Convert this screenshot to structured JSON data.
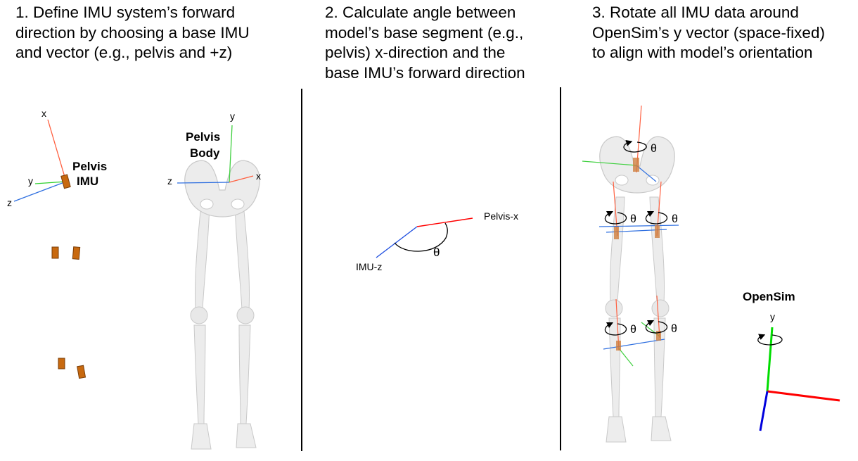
{
  "steps": [
    {
      "lines": [
        "1. Define IMU system’s forward",
        "direction by choosing a base IMU",
        "and vector (e.g., pelvis and +z)"
      ]
    },
    {
      "lines": [
        "2. Calculate angle between",
        "model’s base segment (e.g.,",
        "pelvis) x-direction and the",
        "base IMU’s forward direction"
      ]
    },
    {
      "lines": [
        "3. Rotate all IMU data around",
        "OpenSim’s y vector (space-fixed)",
        "to align with model’s orientation"
      ]
    }
  ],
  "panel1": {
    "imu_label": [
      "Pelvis",
      "IMU"
    ],
    "body_label": [
      "Pelvis",
      "Body"
    ],
    "imu_axes": {
      "x": "x",
      "y": "y",
      "z": "z"
    },
    "body_axes": {
      "x": "x",
      "y": "y",
      "z": "z"
    }
  },
  "panel2": {
    "pelvis_x_label": "Pelvis-x",
    "imu_z_label": "IMU-z",
    "angle_symbol": "θ"
  },
  "panel3": {
    "theta": "θ",
    "opensim_label": "OpenSim",
    "y_label": "y"
  },
  "colors": {
    "x_axis": "#ff0000",
    "y_axis": "#00cc00",
    "z_axis": "#0000ff",
    "imu_sensor": "#c8690f",
    "bone": "#ececec"
  }
}
